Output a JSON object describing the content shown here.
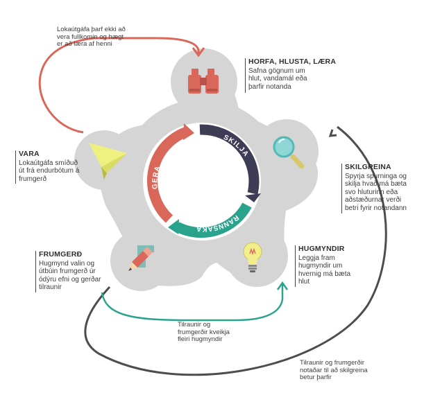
{
  "ring_words": {
    "gera": "GERA",
    "skilja": "SKILJA",
    "rannsaka": "RANNSAKA"
  },
  "stages": {
    "horfa": {
      "title": "HORFA, HLUSTA, LÆRA",
      "lines": [
        "Safna gögnum um",
        "hlut, vandamál eða",
        "þarfir notanda"
      ]
    },
    "skilgreina": {
      "title": "SKILGREINA",
      "lines": [
        "Spyrja spurninga og",
        "skilja hvað má bæta",
        "svo hluturinn eða",
        "aðstæðurnar verði",
        "betri fyrir notandann"
      ]
    },
    "hugmyndir": {
      "title": "HUGMYNDIR",
      "lines": [
        "Leggja fram",
        "hugmyndir um",
        "hvernig má bæta",
        "hlut"
      ]
    },
    "frumgerd": {
      "title": "FRUMGERÐ",
      "lines": [
        "Hugmynd valin og",
        "útbúin frumgerð úr",
        "ódýru efni og gerðar",
        "tilraunir"
      ]
    },
    "vara": {
      "title": "VARA",
      "lines": [
        "Lokaútgáfa smíðuð",
        "út frá endurbótum á",
        "frumgerð"
      ]
    }
  },
  "loop_notes": {
    "top": [
      "Lokaútgáfa þarf ekki að",
      "vera fullkomin og hægt",
      "er að læra af henni"
    ],
    "teal": [
      "Tilraunir og",
      "frumgerðir kveikja",
      "fleiri hugmyndir"
    ],
    "dark": [
      "Tilraunir og frumgerðir",
      "notaðar til að skilgreina",
      "betur þarfir"
    ]
  },
  "icons": [
    "binoculars-icon",
    "magnifier-icon",
    "lightbulb-icon",
    "pencil-ruler-icon",
    "paper-plane-icon"
  ],
  "colors": {
    "star": "#d5d5d5",
    "coral": "#d9685a",
    "navy": "#3f3d56",
    "teal": "#2aa38d",
    "dark_loop": "#4d4d4d",
    "yellow": "#eef07f",
    "cyan": "#8ed7d6"
  }
}
